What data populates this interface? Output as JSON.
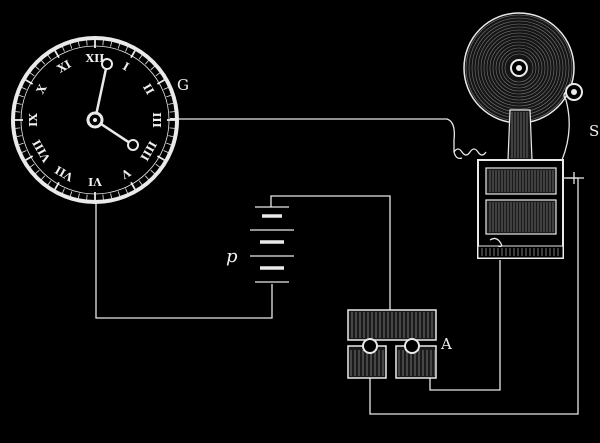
{
  "labels": {
    "clock": "G",
    "battery": "p",
    "switch": "A",
    "edge": "S"
  },
  "clock": {
    "numerals": [
      "XII",
      "I",
      "II",
      "III",
      "IIII",
      "V",
      "VI",
      "VII",
      "VIII",
      "IX",
      "X",
      "XI"
    ]
  },
  "colors": {
    "background": "#000000",
    "ink": "#eaeaea"
  }
}
